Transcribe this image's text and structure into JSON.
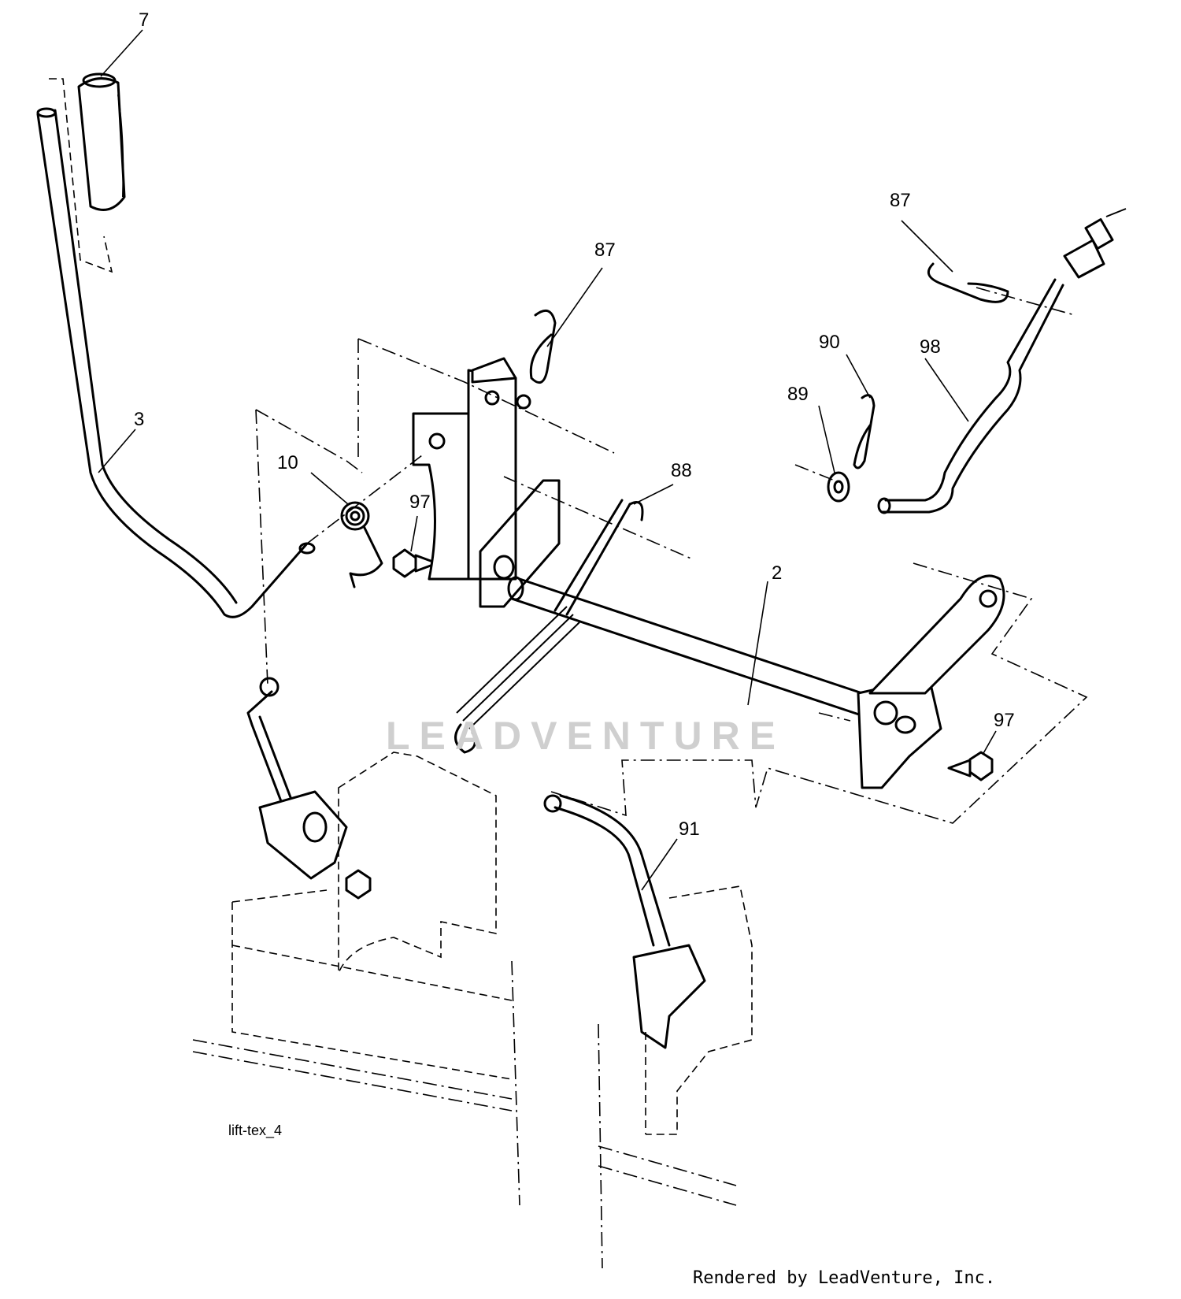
{
  "diagram": {
    "drawing_id": "lift-tex_4",
    "credit": "Rendered by LeadVenture, Inc.",
    "watermark": "LEADVENTURE",
    "callouts": [
      {
        "id": "callout-7",
        "label": "7"
      },
      {
        "id": "callout-3",
        "label": "3"
      },
      {
        "id": "callout-10",
        "label": "10"
      },
      {
        "id": "callout-97-left",
        "label": "97"
      },
      {
        "id": "callout-87-center",
        "label": "87"
      },
      {
        "id": "callout-88",
        "label": "88"
      },
      {
        "id": "callout-2",
        "label": "2"
      },
      {
        "id": "callout-87-right",
        "label": "87"
      },
      {
        "id": "callout-90",
        "label": "90"
      },
      {
        "id": "callout-89",
        "label": "89"
      },
      {
        "id": "callout-98",
        "label": "98"
      },
      {
        "id": "callout-97-right",
        "label": "97"
      },
      {
        "id": "callout-91",
        "label": "91"
      }
    ]
  }
}
